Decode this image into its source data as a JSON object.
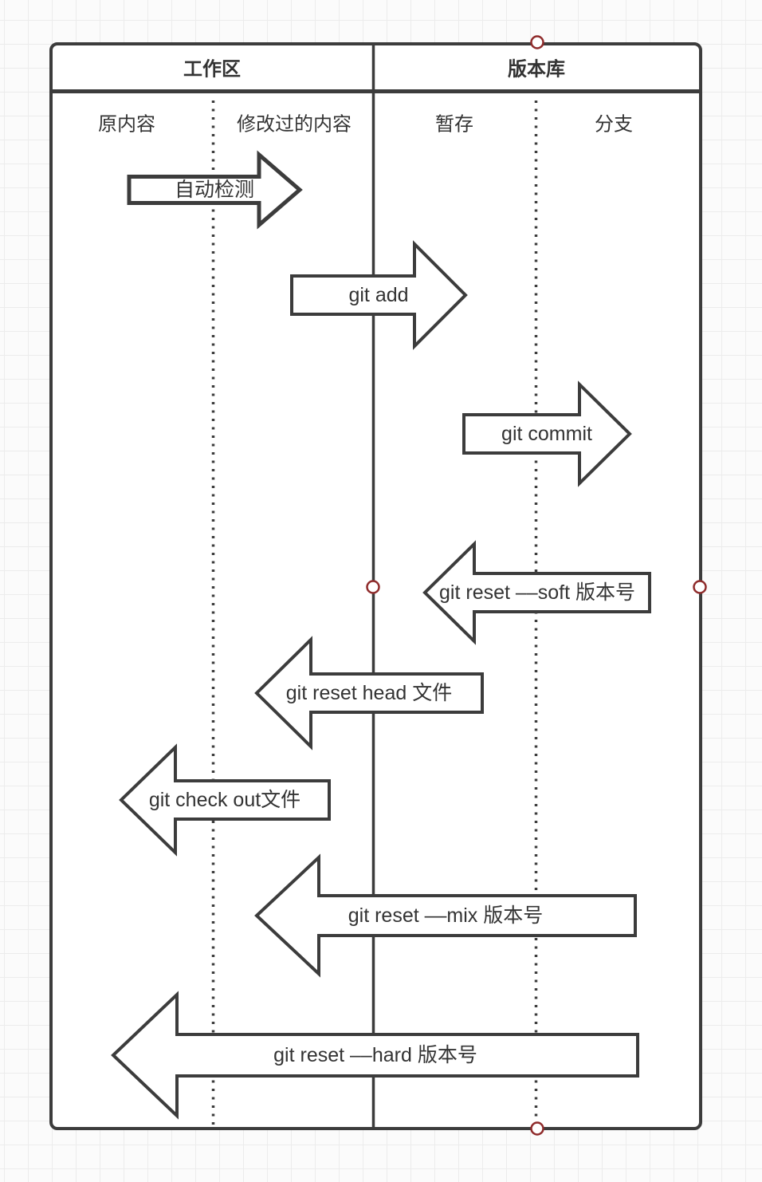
{
  "diagram": {
    "title_hint": "git workflow swimlane diagram",
    "header": {
      "left": "工作区",
      "right": "版本库"
    },
    "columns": [
      "原内容",
      "修改过的内容",
      "暂存",
      "分支"
    ],
    "arrows": [
      {
        "label": "自动检测",
        "direction": "right",
        "from": "原内容",
        "to": "修改过的内容"
      },
      {
        "label": "git add",
        "direction": "right",
        "from": "修改过的内容",
        "to": "暂存"
      },
      {
        "label": "git commit",
        "direction": "right",
        "from": "暂存",
        "to": "分支"
      },
      {
        "label": "git reset ––soft 版本号",
        "direction": "left",
        "from": "分支",
        "to": "暂存"
      },
      {
        "label": "git reset head 文件",
        "direction": "left",
        "from": "暂存",
        "to": "修改过的内容"
      },
      {
        "label": "git check out文件",
        "direction": "left",
        "from": "修改过的内容",
        "to": "原内容"
      },
      {
        "label": "git reset ––mix 版本号",
        "direction": "left",
        "from": "分支",
        "to": "修改过的内容"
      },
      {
        "label": "git reset ––hard 版本号",
        "direction": "left",
        "from": "分支",
        "to": "原内容"
      }
    ],
    "selection": {
      "selected_shape": "版本库",
      "handle_count": 4
    },
    "colors": {
      "stroke": "#3c3c3c",
      "text": "#333333",
      "shape_fill": "#ffffff",
      "canvas_bg": "#fbfbfb",
      "grid_line": "#ececec",
      "handle_ring": "#8f2b2b",
      "handle_fill": "#ffffff"
    }
  }
}
